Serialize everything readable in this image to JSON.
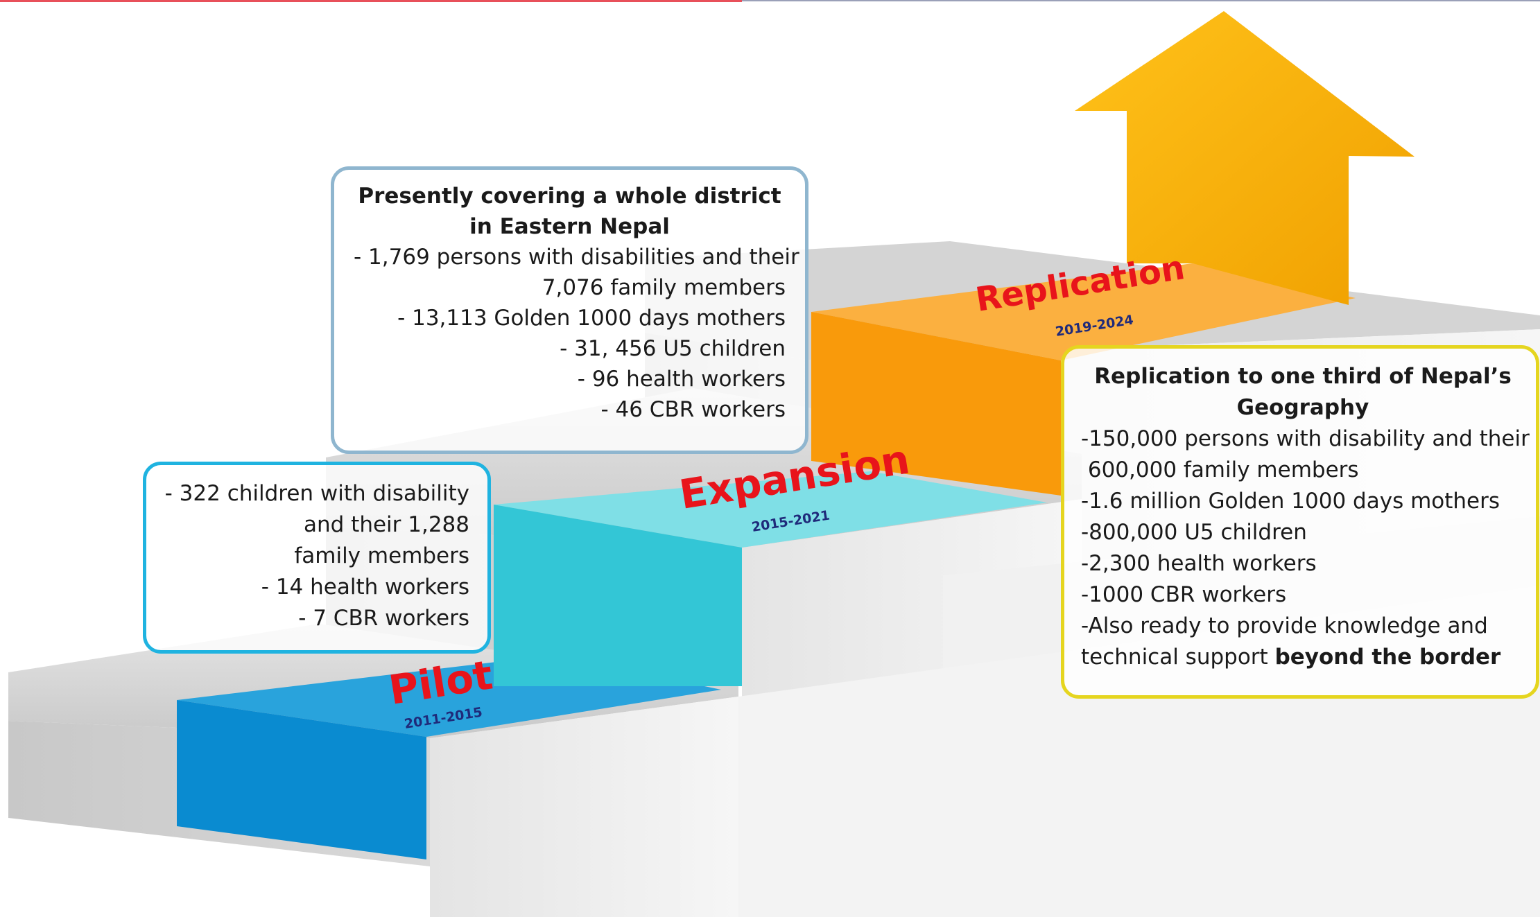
{
  "stages": [
    {
      "name": "Pilot",
      "years": "2011-2015",
      "color": "#0a8bd0"
    },
    {
      "name": "Expansion",
      "years": "2015-2021",
      "color": "#33c6d6"
    },
    {
      "name": "Replication",
      "years": "2019-2024",
      "color": "#f99a0b"
    }
  ],
  "pilot_box": {
    "lines": [
      "- 322 children with disability",
      "and their 1,288",
      "family members",
      "- 14 health workers",
      "- 7 CBR workers"
    ]
  },
  "expansion_box": {
    "heading_1": "Presently covering a whole district",
    "heading_2": "in Eastern Nepal",
    "lines": [
      "- 1,769 persons with disabilities and their",
      "7,076 family members",
      "- 13,113 Golden 1000 days mothers",
      "- 31, 456 U5 children",
      "- 96 health workers",
      "- 46 CBR workers"
    ]
  },
  "replication_box": {
    "heading_1": "Replication to one third of Nepal’s",
    "heading_2": "Geography",
    "lines": [
      "-150,000 persons with disability and their",
      " 600,000 family members",
      "-1.6 million Golden 1000 days mothers",
      "-800,000 U5 children",
      "-2,300 health workers",
      "-1000 CBR workers",
      "-Also ready to provide knowledge and"
    ],
    "last_line_prefix": "technical support ",
    "last_line_bold": "beyond the border"
  },
  "colors": {
    "pilot_border": "#1fb3e0",
    "expansion_border": "#8fb6cf",
    "replication_border": "#e5d51f",
    "arrow": "#f8b400",
    "title": "#e8141b",
    "years": "#1f2a7a"
  }
}
